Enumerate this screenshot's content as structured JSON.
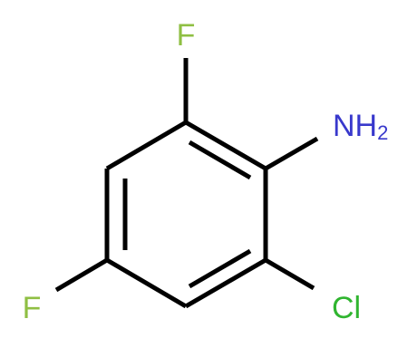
{
  "molecule": {
    "atoms": {
      "f_top": {
        "label": "F"
      },
      "nh2": {
        "label": "NH",
        "subscript": "2"
      },
      "f_left": {
        "label": "F"
      },
      "cl": {
        "label": "Cl"
      }
    }
  },
  "colors": {
    "bond": "#000000",
    "fluorine": "#8fbf43",
    "chlorine": "#30b530",
    "nitrogen": "#3838cc"
  }
}
